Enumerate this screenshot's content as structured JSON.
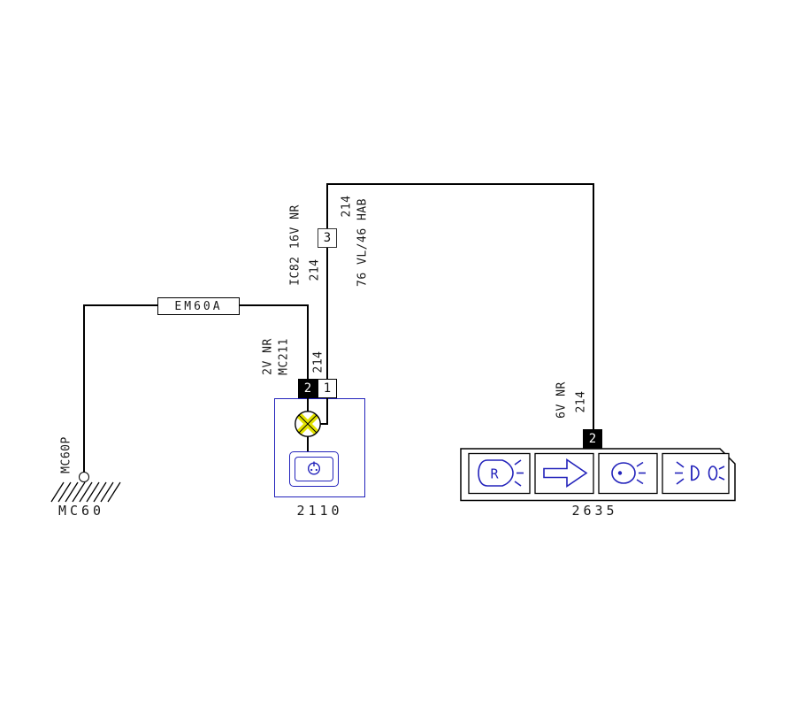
{
  "colors": {
    "wire": "#000000",
    "component_outline": "#2323bb",
    "lamp_fill": "#e3e300",
    "text": "#1a1a1a",
    "background": "#ffffff"
  },
  "ground": {
    "label": "MC60",
    "point_label": "MC60P"
  },
  "splice": {
    "label": "EM60A"
  },
  "component_2110": {
    "label": "2110",
    "pin_left": "2",
    "pin_right": "1",
    "wire_label_1": "2V NR",
    "wire_label_2": "MC211",
    "wire_label_3": "214"
  },
  "inline_connector": {
    "way": "3",
    "wire_number_below": "214",
    "wire_number_above": "214",
    "label_left": "IC82 16V NR",
    "label_right": "76 VL/46 HAB"
  },
  "component_2635": {
    "label": "2635",
    "pin": "2",
    "wire_label_1": "6V NR",
    "wire_label_2": "214",
    "reverse_lamp_letter": "R"
  }
}
